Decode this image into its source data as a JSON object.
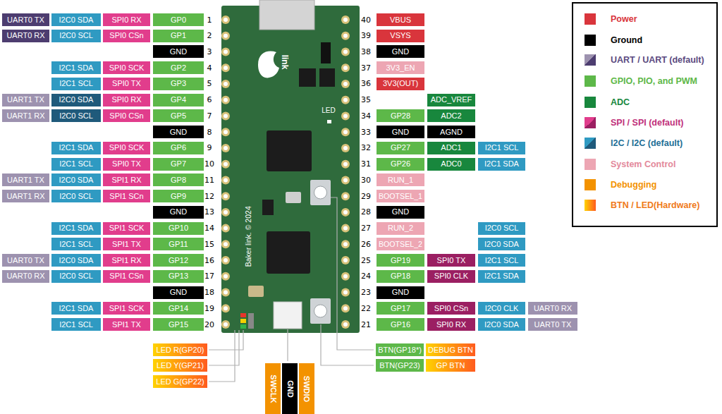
{
  "diagram": {
    "nodes": [
      {
        "text": [
          "UART0 TX"
        ]
      },
      {
        "text": [
          "I2C0 SDA"
        ]
      },
      {
        "text": [
          "SPI0 RX"
        ]
      },
      {
        "text": [
          "GP0"
        ]
      },
      {
        "text": [
          "UART0 RX"
        ]
      },
      {
        "text": [
          "I2C0 SCL"
        ]
      },
      {
        "text": [
          "SPI0 CSn"
        ]
      },
      {
        "text": [
          "GP1"
        ]
      },
      {
        "text": [
          "GND"
        ]
      },
      {
        "text": [
          "I2C1 SDA"
        ]
      },
      {
        "text": [
          "SPI0 SCK"
        ]
      },
      {
        "text": [
          "GP2"
        ]
      },
      {
        "text": [
          "I2C1 SCL"
        ]
      },
      {
        "text": [
          "SPI0 TX"
        ]
      },
      {
        "text": [
          "GP3"
        ]
      },
      {
        "text": [
          "UART1 TX"
        ]
      },
      {
        "text": [
          "I2C0 SDA"
        ]
      },
      {
        "text": [
          "SPI0 RX"
        ]
      },
      {
        "text": [
          "GP4"
        ]
      },
      {
        "text": [
          "UART1 RX"
        ]
      },
      {
        "text": [
          "I2C0 SCL"
        ]
      },
      {
        "text": [
          "SPI0 CSn"
        ]
      },
      {
        "text": [
          "GP5"
        ]
      },
      {
        "text": [
          "GND"
        ]
      },
      {
        "text": [
          "I2C1 SDA"
        ]
      },
      {
        "text": [
          "SPI0 SCK"
        ]
      },
      {
        "text": [
          "GP6"
        ]
      },
      {
        "text": [
          "I2C1 SCL"
        ]
      },
      {
        "text": [
          "SPI0 TX"
        ]
      },
      {
        "text": [
          "GP7"
        ]
      },
      {
        "text": [
          "UART1 TX"
        ]
      },
      {
        "text": [
          "I2C0 SDA"
        ]
      },
      {
        "text": [
          "SPI1 RX"
        ]
      },
      {
        "text": [
          "GP8"
        ]
      },
      {
        "text": [
          "UART1 RX"
        ]
      },
      {
        "text": [
          "I2C0 SCL"
        ]
      },
      {
        "text": [
          "SPI1 SCn"
        ]
      },
      {
        "text": [
          "GP9"
        ]
      },
      {
        "text": [
          "GND"
        ]
      },
      {
        "text": [
          "I2C1 SDA"
        ]
      },
      {
        "text": [
          "SPI1 SCK"
        ]
      },
      {
        "text": [
          "GP10"
        ]
      },
      {
        "text": [
          "I2C1 SCL"
        ]
      },
      {
        "text": [
          "SPI1 TX"
        ]
      },
      {
        "text": [
          "GP11"
        ]
      },
      {
        "text": [
          "UART0 TX"
        ]
      },
      {
        "text": [
          "I2C0 SDA"
        ]
      },
      {
        "text": [
          "SPI1 RX"
        ]
      },
      {
        "text": [
          "GP12"
        ]
      },
      {
        "text": [
          "UART0 RX"
        ]
      },
      {
        "text": [
          "I2C0 SCL"
        ]
      },
      {
        "text": [
          "SPI1 CSn"
        ]
      },
      {
        "text": [
          "GP13"
        ]
      },
      {
        "text": [
          "GND"
        ]
      },
      {
        "text": [
          "I2C1 SDA"
        ]
      },
      {
        "text": [
          "SPI1 SCK"
        ]
      },
      {
        "text": [
          "GP14"
        ]
      },
      {
        "text": [
          "I2C1 SCL"
        ]
      },
      {
        "text": [
          "SPI1 TX"
        ]
      },
      {
        "text": [
          "GP15"
        ]
      },
      {
        "text": [
          "VBUS"
        ]
      },
      {
        "text": [
          "VSYS"
        ]
      },
      {
        "text": [
          "GND"
        ]
      },
      {
        "text": [
          "3V3_EN"
        ]
      },
      {
        "text": [
          "3V3(OUT)"
        ]
      },
      {
        "text": [
          "ADC_VREF"
        ]
      },
      {
        "text": [
          "GP28"
        ]
      },
      {
        "text": [
          "ADC2"
        ]
      },
      {
        "text": [
          "GND"
        ]
      },
      {
        "text": [
          "AGND"
        ]
      },
      {
        "text": [
          "GP27"
        ]
      },
      {
        "text": [
          "ADC1"
        ]
      },
      {
        "text": [
          "I2C1 SCL"
        ]
      },
      {
        "text": [
          "GP26"
        ]
      },
      {
        "text": [
          "ADC0"
        ]
      },
      {
        "text": [
          "I2C1 SDA"
        ]
      },
      {
        "text": [
          "RUN_1"
        ]
      },
      {
        "text": [
          "BOOTSEL_1"
        ]
      },
      {
        "text": [
          "GND"
        ]
      },
      {
        "text": [
          "RUN_2"
        ]
      },
      {
        "text": [
          "I2C0 SCL"
        ]
      },
      {
        "text": [
          "BOOTSEL_2"
        ]
      },
      {
        "text": [
          "I2C0 SDA"
        ]
      },
      {
        "text": [
          "GP19"
        ]
      },
      {
        "text": [
          "SPI0 TX"
        ]
      },
      {
        "text": [
          "I2C1 SCL"
        ]
      },
      {
        "text": [
          "GP18"
        ]
      },
      {
        "text": [
          "SPI0 CLK"
        ]
      },
      {
        "text": [
          "I2C1 SDA"
        ]
      },
      {
        "text": [
          "GND"
        ]
      },
      {
        "text": [
          "GP17"
        ]
      },
      {
        "text": [
          "SPI0 CSn"
        ]
      },
      {
        "text": [
          "I2C0 CLK"
        ]
      },
      {
        "text": [
          "UART0 RX"
        ]
      },
      {
        "text": [
          "GP16"
        ]
      },
      {
        "text": [
          "SPI0 RX"
        ]
      },
      {
        "text": [
          "I2C0 SDA"
        ]
      },
      {
        "text": [
          "UART0 TX"
        ]
      },
      {
        "text": [
          "LED R(GP20)"
        ]
      },
      {
        "text": [
          "LED Y(GP21)"
        ]
      },
      {
        "text": [
          "LED G(GP22)"
        ]
      },
      {
        "text": [
          "BTN(GP18*)"
        ]
      },
      {
        "text": [
          "DEBUG BTN"
        ]
      },
      {
        "text": [
          "BTN(GP23)"
        ]
      },
      {
        "text": [
          "GP BTN"
        ]
      },
      {
        "text": [
          "SWCLK"
        ]
      },
      {
        "text": [
          "GND"
        ]
      },
      {
        "text": [
          "SWDIO"
        ]
      }
    ],
    "labels": [
      "1",
      "2",
      "3",
      "4",
      "5",
      "6",
      "7",
      "8",
      "9",
      "10",
      "11",
      "12",
      "13",
      "14",
      "15",
      "16",
      "17",
      "18",
      "19",
      "20",
      "40",
      "39",
      "38",
      "37",
      "36",
      "35",
      "34",
      "33",
      "32",
      "31",
      "30",
      "29",
      "28",
      "27",
      "26",
      "25",
      "24",
      "23",
      "22",
      "21",
      "link",
      "LED",
      "Baker link. © 2024"
    ],
    "legend": [
      {
        "text": "Power",
        "color": "#d9353c"
      },
      {
        "text": "Ground",
        "color": "#000000"
      },
      {
        "text": "UART / UART (default)",
        "color": "#9d92af"
      },
      {
        "text": "GPIO, PIO, and PWM",
        "color": "#5db849"
      },
      {
        "text": "ADC",
        "color": "#18873d"
      },
      {
        "text": "SPI / SPI (default)",
        "color": "#e13d8c"
      },
      {
        "text": "I2C / I2C (default)",
        "color": "#2f9ac2"
      },
      {
        "text": "System Control",
        "color": "#eda6b3"
      },
      {
        "text": "Debugging",
        "color": "#f39200"
      },
      {
        "text": "BTN / LED(Hardware)"
      }
    ]
  }
}
